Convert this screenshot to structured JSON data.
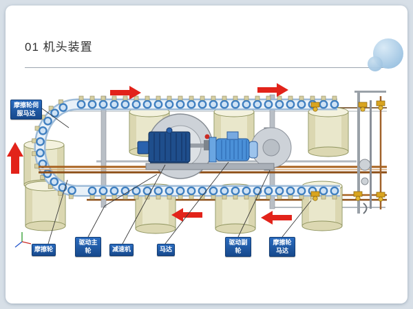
{
  "slide": {
    "title": "01 机头装置",
    "background_color": "#d7dfe7"
  },
  "callouts": {
    "servo_motor": "摩擦轮伺服马达",
    "friction_wheel": "摩擦轮",
    "drive_main_wheel": "驱动主轮",
    "reducer": "减速机",
    "motor": "马达",
    "drive_sub_wheel": "驱动副轮",
    "friction_wheel_motor": "摩擦轮马达"
  },
  "flow_arrows": [
    {
      "position": "top-left",
      "direction": "right"
    },
    {
      "position": "top-right",
      "direction": "right"
    },
    {
      "position": "left-side",
      "direction": "up"
    },
    {
      "position": "bottom-middle",
      "direction": "left"
    },
    {
      "position": "bottom-right",
      "direction": "left"
    }
  ],
  "colors": {
    "arrow_red": "#e2231a",
    "callout_blue": "#1d5fae",
    "drum_beige": "#e9e7cb",
    "chain_blue": "#5b9bd5",
    "gearbox_blue": "#1f4e8c",
    "motor_blue": "#4a90d8",
    "rail_copper": "#a8611e"
  }
}
